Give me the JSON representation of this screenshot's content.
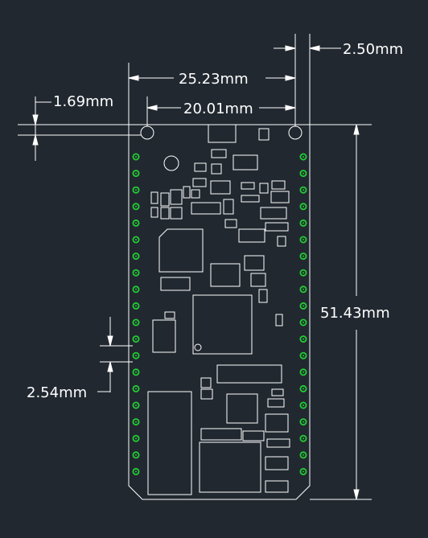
{
  "title": "",
  "colors": {
    "background": "#212830",
    "lines": "#ffffff",
    "pads": "#22cc33"
  },
  "dimensions": {
    "board_length": "25.23mm",
    "hole_spacing": "20.01mm",
    "hole_edge_offset": "2.50mm",
    "hole_top_offset": "1.69mm",
    "pin_pitch": "2.54mm",
    "board_height": "51.43mm"
  },
  "pin_headers": {
    "left_pin_count": 20,
    "right_pin_count": 20
  }
}
